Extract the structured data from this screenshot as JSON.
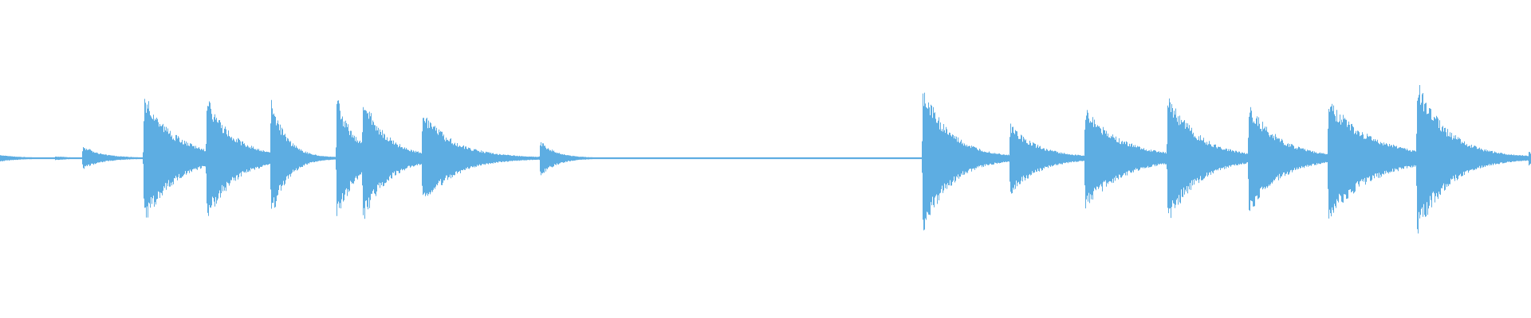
{
  "waveform": {
    "color": "#5DADE2",
    "background": "#FFFFFF",
    "amplitude_scale": 1.0,
    "events": [
      {
        "t": 0.0,
        "up": 0.04,
        "down": 0.04,
        "decay": 0.012
      },
      {
        "t": 0.036,
        "up": 0.02,
        "down": 0.02,
        "decay": 0.01
      },
      {
        "t": 0.054,
        "up": 0.16,
        "down": 0.14,
        "decay": 0.012
      },
      {
        "t": 0.094,
        "up": 0.83,
        "down": 0.85,
        "decay": 0.02
      },
      {
        "t": 0.135,
        "up": 0.78,
        "down": 0.82,
        "decay": 0.018
      },
      {
        "t": 0.177,
        "up": 0.77,
        "down": 0.82,
        "decay": 0.01
      },
      {
        "t": 0.193,
        "up": 0.12,
        "down": 0.1,
        "decay": 0.006
      },
      {
        "t": 0.22,
        "up": 0.79,
        "down": 0.82,
        "decay": 0.012
      },
      {
        "t": 0.237,
        "up": 0.79,
        "down": 0.82,
        "decay": 0.016
      },
      {
        "t": 0.276,
        "up": 0.62,
        "down": 0.64,
        "decay": 0.02
      },
      {
        "t": 0.353,
        "up": 0.22,
        "down": 0.24,
        "decay": 0.01
      },
      {
        "t": 0.603,
        "up": 0.93,
        "down": 0.96,
        "decay": 0.018
      },
      {
        "t": 0.66,
        "up": 0.45,
        "down": 0.48,
        "decay": 0.018
      },
      {
        "t": 0.709,
        "up": 0.64,
        "down": 0.66,
        "decay": 0.024
      },
      {
        "t": 0.763,
        "up": 0.83,
        "down": 0.85,
        "decay": 0.02
      },
      {
        "t": 0.816,
        "up": 0.71,
        "down": 0.73,
        "decay": 0.02
      },
      {
        "t": 0.868,
        "up": 0.76,
        "down": 0.8,
        "decay": 0.028
      },
      {
        "t": 0.926,
        "up": 1.0,
        "down": 1.0,
        "decay": 0.02
      },
      {
        "t": 0.999,
        "up": 0.1,
        "down": 0.1,
        "decay": 0.003
      }
    ]
  }
}
